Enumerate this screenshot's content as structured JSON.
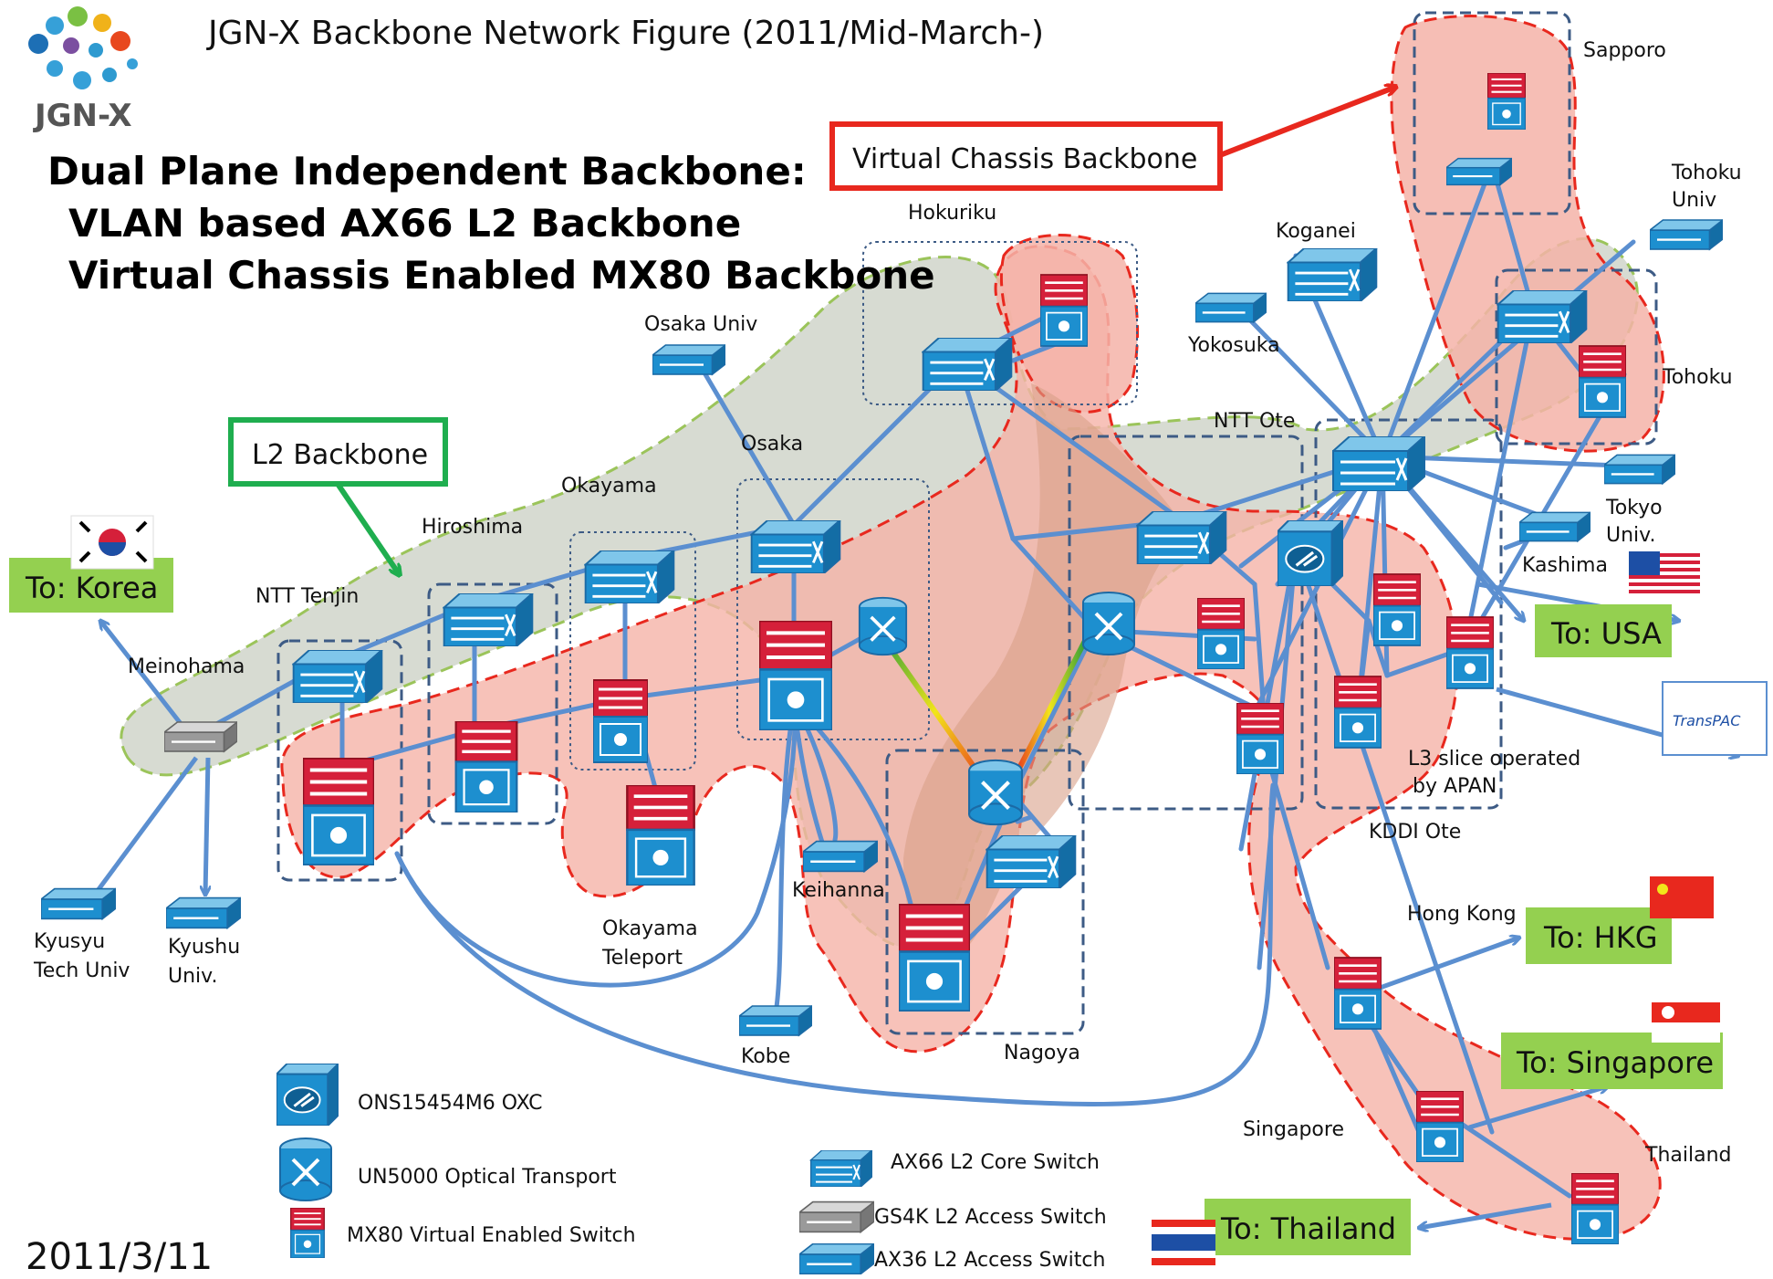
{
  "title": "JGN-X Backbone Network Figure (2011/Mid-March-)",
  "logo_text": "JGN-X",
  "heading_lines": [
    "Dual Plane Independent Backbone:",
    "VLAN based AX66 L2 Backbone",
    "Virtual Chassis Enabled MX80 Backbone"
  ],
  "callouts": {
    "virtual_chassis": "Virtual Chassis Backbone",
    "l2_backbone": "L2 Backbone"
  },
  "site_labels": {
    "sapporo": "Sapporo",
    "tohoku_univ_1": "Tohoku",
    "tohoku_univ_2": "Univ",
    "hokuriku": "Hokuriku",
    "koganei": "Koganei",
    "yokosuka": "Yokosuka",
    "tohoku": "Tohoku",
    "osaka_univ": "Osaka Univ",
    "ntt_ote": "NTT Ote",
    "osaka": "Osaka",
    "okayama": "Okayama",
    "hiroshima": "Hiroshima",
    "tokyo_univ_1": "Tokyo",
    "tokyo_univ_2": "Univ.",
    "kashima": "Kashima",
    "ntt_tenjin": "NTT Tenjin",
    "meinohama": "Meinohama",
    "l3_slice_1": "L3 slice operated",
    "l3_slice_2": "by APAN",
    "kddi_ote": "KDDI Ote",
    "keihanna": "Keihanna",
    "okayama_teleport_1": "Okayama",
    "okayama_teleport_2": "Teleport",
    "kyusyu_tech_1": "Kyusyu",
    "kyusyu_tech_2": "Tech Univ",
    "kyushu_univ_1": "Kyushu",
    "kyushu_univ_2": "Univ.",
    "hong_kong": "Hong Kong",
    "kobe": "Kobe",
    "nagoya": "Nagoya",
    "singapore": "Singapore",
    "thailand": "Thailand"
  },
  "destinations": {
    "korea": "To: Korea",
    "usa": "To: USA",
    "hkg": "To: HKG",
    "singapore": "To: Singapore",
    "thailand": "To: Thailand"
  },
  "legend": [
    {
      "icon": "oxc-icon",
      "label": "ONS15454M6 OXC"
    },
    {
      "icon": "optical-transport-icon",
      "label": "UN5000 Optical Transport"
    },
    {
      "icon": "mx80-switch-icon",
      "label": "MX80 Virtual Enabled Switch"
    },
    {
      "icon": "ax66-core-switch-icon",
      "label": "AX66 L2 Core Switch"
    },
    {
      "icon": "gs4k-access-switch-icon",
      "label": "GS4K L2  Access Switch"
    },
    {
      "icon": "ax36-access-switch-icon",
      "label": "AX36 L2  Access Switch"
    }
  ],
  "date": "2011/3/11",
  "transpac_logo_text": "TransPAC",
  "colors": {
    "link": "#5b8fd0",
    "red_region": "#f5b3a8",
    "red_dash": "#e8281e",
    "green_region": "#c9cfc3",
    "green_dash": "#9bc45a",
    "blue_dash": "#3d5b85",
    "callout_red": "#e8281e",
    "callout_green": "#1fae4f",
    "destination_fill": "#94d050"
  }
}
